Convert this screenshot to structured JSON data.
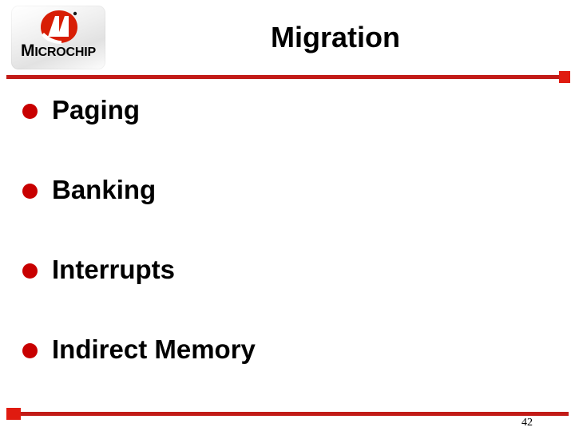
{
  "slide": {
    "title": "Migration",
    "page_number": "42",
    "accent_color": "#C21B17",
    "bullet_color": "#C80000",
    "text_color": "#000000",
    "background_color": "#FFFFFF"
  },
  "logo": {
    "name": "microchip-logo",
    "wordmark_lead": "M",
    "wordmark_rest": "ICROCHIP",
    "mark_color": "#D81E05",
    "trademark_symbol": "®"
  },
  "bullets": [
    {
      "label": "Paging"
    },
    {
      "label": "Banking"
    },
    {
      "label": "Interrupts"
    },
    {
      "label": "Indirect Memory"
    }
  ]
}
